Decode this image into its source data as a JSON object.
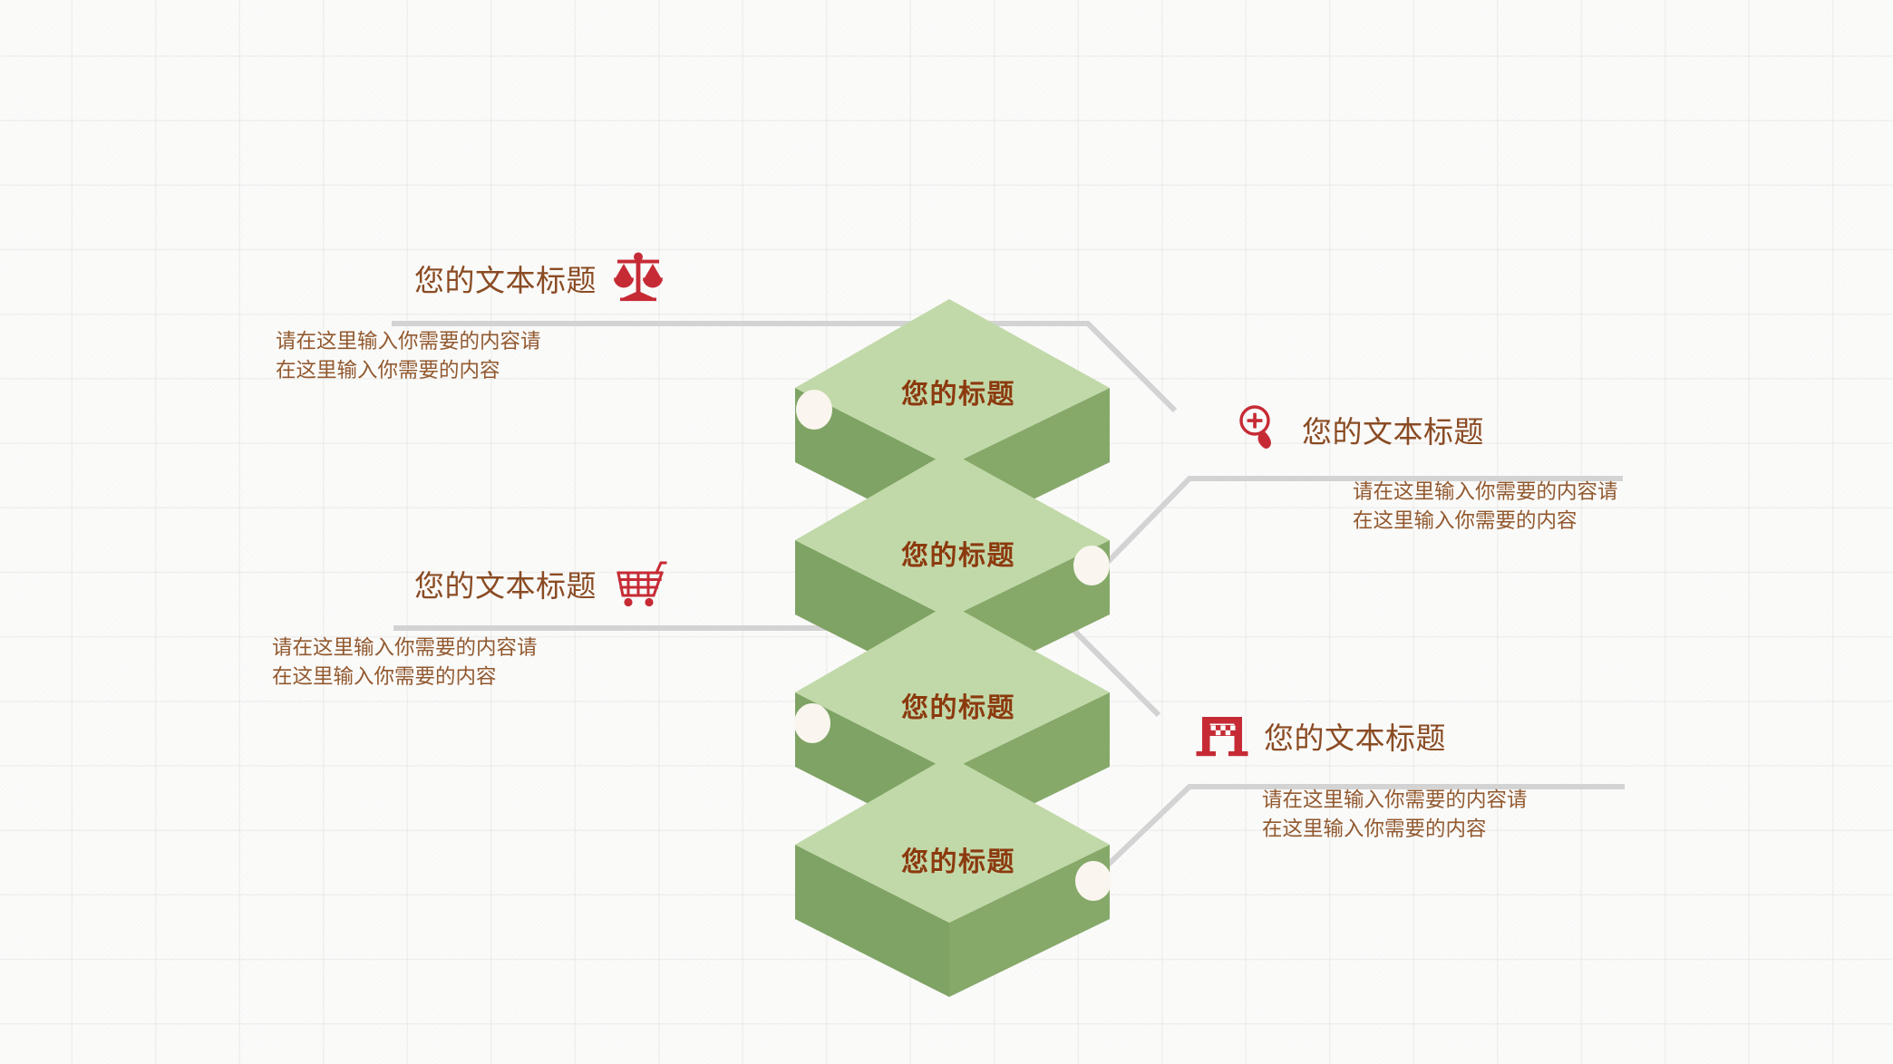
{
  "theme": {
    "accent_red": "#c62b35",
    "title_brown": "#8a4b23",
    "body_brown": "#92592f",
    "block_label_brown": "#8B3A0E",
    "block_top_green": "#c1d9a8",
    "block_side_green": "#7fa364",
    "block_side_light_green": "#8cb072",
    "connector_gray": "#d2d2d2",
    "dot_cream": "#faf6ef",
    "background": "#fbfbfa"
  },
  "blocks": [
    {
      "label": "您的标题"
    },
    {
      "label": "您的标题"
    },
    {
      "label": "您的标题"
    },
    {
      "label": "您的标题"
    }
  ],
  "callouts": [
    {
      "id": "callout-top-left",
      "title": "您的文本标题",
      "body": "请在这里输入你需要的内容请在这里输入你需要的内容",
      "icon": "balance-scale-icon",
      "side": "left"
    },
    {
      "id": "callout-upper-right",
      "title": "您的文本标题",
      "body": "请在这里输入你需要的内容请在这里输入你需要的内容",
      "icon": "magnifier-plus-icon",
      "side": "right"
    },
    {
      "id": "callout-lower-left",
      "title": "您的文本标题",
      "body": "请在这里输入你需要的内容请在这里输入你需要的内容",
      "icon": "shopping-cart-icon",
      "side": "left"
    },
    {
      "id": "callout-bottom-right",
      "title": "您的文本标题",
      "body": "请在这里输入你需要的内容请在这里输入你需要的内容",
      "icon": "finish-gate-icon",
      "side": "right"
    }
  ]
}
